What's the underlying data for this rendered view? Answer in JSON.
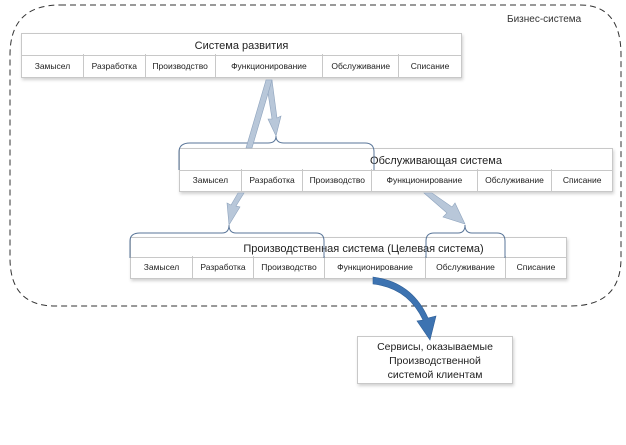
{
  "business_system": {
    "label": "Бизнес-система"
  },
  "systems": [
    {
      "id": "development",
      "title": "Система развития",
      "stages": [
        "Замысел",
        "Разработка",
        "Производство",
        "Функционирование",
        "Обслуживание",
        "Списание"
      ]
    },
    {
      "id": "support",
      "title": "Обслуживающая система",
      "stages": [
        "Замысел",
        "Разработка",
        "Производство",
        "Функционирование",
        "Обслуживание",
        "Списание"
      ]
    },
    {
      "id": "production",
      "title": "Производственная система (Целевая система)",
      "stages": [
        "Замысел",
        "Разработка",
        "Производство",
        "Функционирование",
        "Обслуживание",
        "Списание"
      ]
    }
  ],
  "services_box": {
    "lines": [
      "Сервисы, оказываемые",
      "Производственной",
      "системой клиентам"
    ]
  },
  "colors": {
    "arrow_light": "#b8c7d9",
    "arrow_dark": "#3d73b1",
    "brace": "#5a7699",
    "border": "#c8c8c8"
  }
}
